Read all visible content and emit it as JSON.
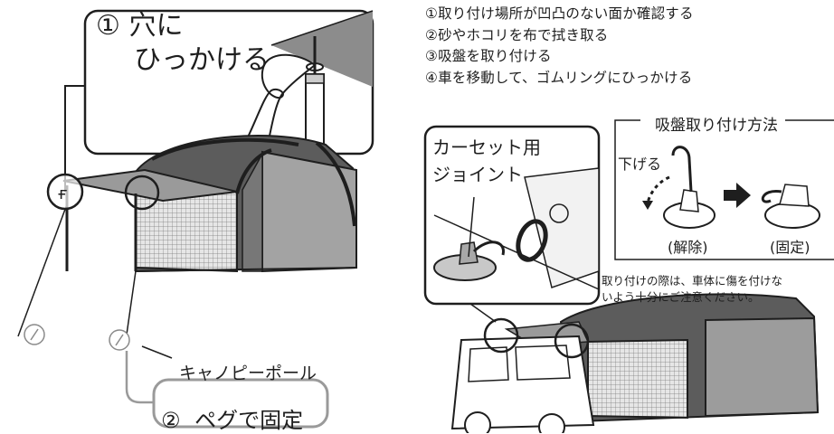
{
  "steps": [
    "①取り付け場所が凹凸のない面か確認する",
    "②砂やホコリを布で拭き取る",
    "③吸盤を取り付ける",
    "④車を移動して、ゴムリングにひっかける"
  ],
  "callout_hook": {
    "number": "①",
    "line1": "穴に",
    "line2": "ひっかける"
  },
  "callout_peg": {
    "number": "②",
    "text": "ペグで固定"
  },
  "pole_label": "キャノピーポール",
  "carset": {
    "line1": "カーセット用",
    "line2": "ジョイント"
  },
  "suction": {
    "title": "吸盤取り付け方法",
    "lower": "下げる",
    "release": "(解除)",
    "fix": "(固定)"
  },
  "note": {
    "line1": "取り付けの際は、車体に傷を付けな",
    "line2": "いよう十分にご注意ください。"
  },
  "colors": {
    "line": "#1e1e1e",
    "callout_border": "#888888",
    "tent_dark": "#5a5a5a",
    "tent_mid": "#9a9a9a"
  }
}
